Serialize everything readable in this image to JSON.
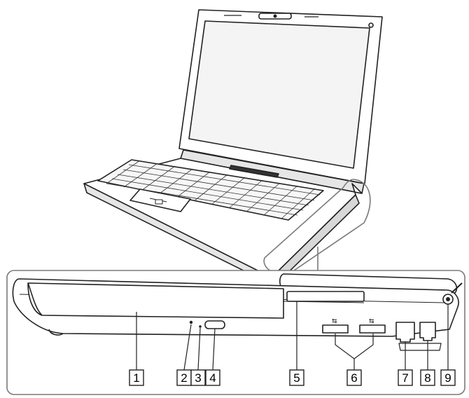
{
  "callouts": [
    {
      "label": "1"
    },
    {
      "label": "2"
    },
    {
      "label": "3"
    },
    {
      "label": "4"
    },
    {
      "label": "5"
    },
    {
      "label": "6"
    },
    {
      "label": "7"
    },
    {
      "label": "8"
    },
    {
      "label": "9"
    }
  ],
  "colors": {
    "outline": "#1a1a1a",
    "frame": "#7a7a7a",
    "fill": "#ffffff",
    "shade": "#d8d8d8"
  }
}
